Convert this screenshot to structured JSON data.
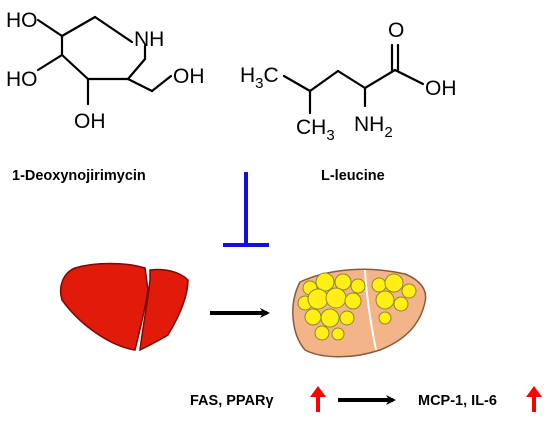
{
  "molecule_1": {
    "name": "1-Deoxynojirimycin",
    "atom_labels": {
      "ho_top": "HO",
      "nh": "NH",
      "ho_mid": "HO",
      "oh_right": "OH",
      "oh_bottom": "OH"
    }
  },
  "molecule_2": {
    "name": "L-leucine",
    "atom_labels": {
      "h3c_h": "H",
      "h3c_sub": "3",
      "h3c_c": "C",
      "ch3_c": "CH",
      "ch3_sub": "3",
      "o_top": "O",
      "oh": "OH",
      "nh2_nh": "NH",
      "nh2_sub": "2"
    }
  },
  "bottom_left_label": "FAS, PPARγ",
  "bottom_right_label": "MCP-1, IL-6",
  "colors": {
    "inhibition": "#1010e0",
    "healthy_liver": "#e11a0a",
    "fatty_liver": "#f3b48a",
    "fat_droplet": "#ffef14",
    "fat_droplet_outline": "#8a8a2a",
    "up_arrow": "#ff0000",
    "arrow": "#000000"
  }
}
